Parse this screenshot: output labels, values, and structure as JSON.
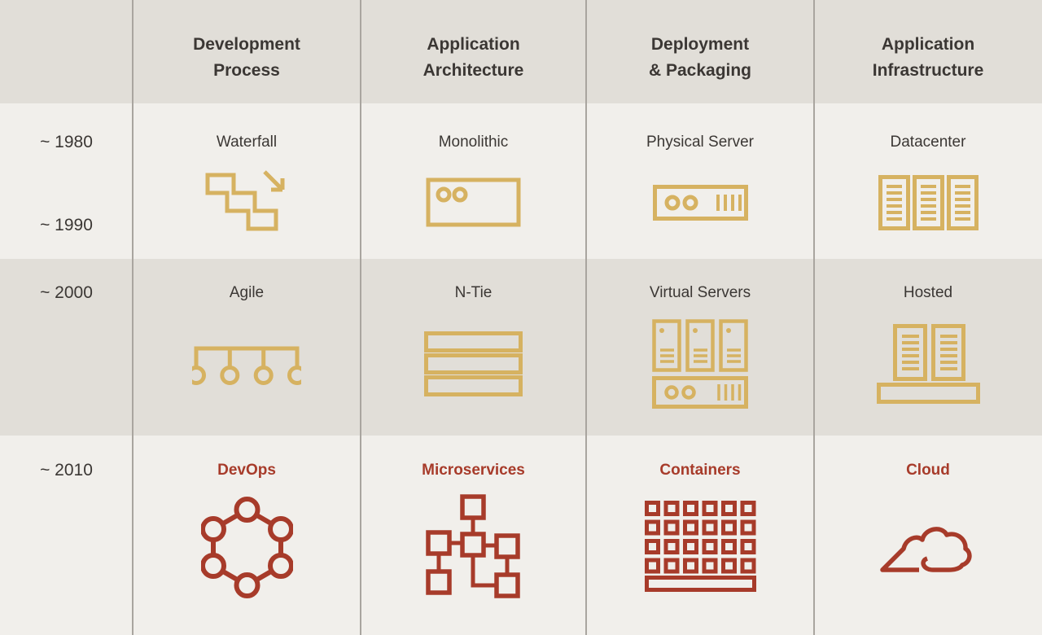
{
  "colors": {
    "gold": "#d6b261",
    "red": "#a73b2a",
    "text_dark": "#3b3734",
    "band_dark": "#e1ded8",
    "band_light": "#f1efeb",
    "divider": "#a9a59f"
  },
  "header": {
    "development_process": "Development\nProcess",
    "application_architecture": "Application\nArchitecture",
    "deployment_packaging": "Deployment\n& Packaging",
    "application_infrastructure": "Application\nInfrastructure"
  },
  "timeline": {
    "era_1980": "~ 1980",
    "era_1990": "~ 1990",
    "era_2000": "~ 2000",
    "era_2010": "~ 2010"
  },
  "rows": [
    {
      "cells": [
        {
          "label": "Waterfall",
          "icon": "waterfall-icon"
        },
        {
          "label": "Monolithic",
          "icon": "monolithic-icon"
        },
        {
          "label": "Physical Server",
          "icon": "physical-server-icon"
        },
        {
          "label": "Datacenter",
          "icon": "datacenter-icon"
        }
      ]
    },
    {
      "cells": [
        {
          "label": "Agile",
          "icon": "agile-icon"
        },
        {
          "label": "N-Tie",
          "icon": "n-tier-icon"
        },
        {
          "label": "Virtual Servers",
          "icon": "virtual-servers-icon"
        },
        {
          "label": "Hosted",
          "icon": "hosted-icon"
        }
      ]
    },
    {
      "cells": [
        {
          "label": "DevOps",
          "icon": "devops-icon"
        },
        {
          "label": "Microservices",
          "icon": "microservices-icon"
        },
        {
          "label": "Containers",
          "icon": "containers-icon"
        },
        {
          "label": "Cloud",
          "icon": "cloud-icon"
        }
      ]
    }
  ]
}
